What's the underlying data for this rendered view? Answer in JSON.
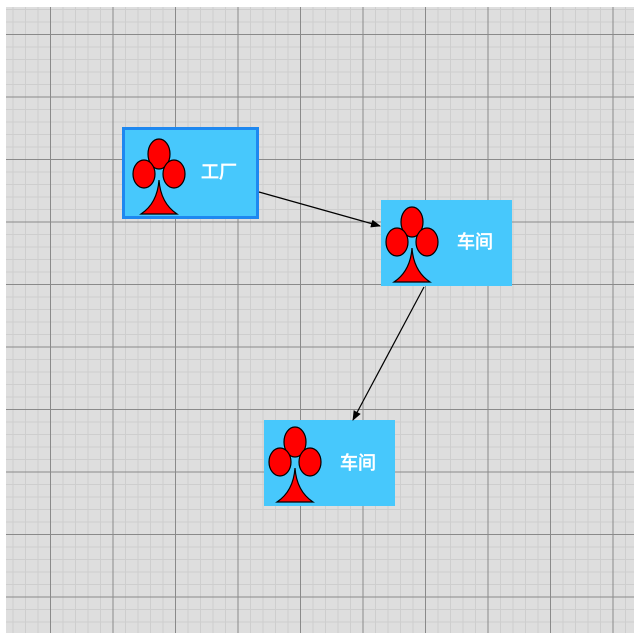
{
  "diagram": {
    "nodes": [
      {
        "id": "factory",
        "label": "工厂",
        "icon": "club-icon",
        "selected": true
      },
      {
        "id": "workshop-1",
        "label": "车间",
        "icon": "club-icon",
        "selected": false
      },
      {
        "id": "workshop-2",
        "label": "车间",
        "icon": "club-icon",
        "selected": false
      }
    ],
    "edges": [
      {
        "from": "factory",
        "to": "workshop-1"
      },
      {
        "from": "workshop-1",
        "to": "workshop-2"
      }
    ]
  },
  "colors": {
    "node_fill": "#47c8fc",
    "selection_border": "#1e88f0",
    "icon_fill": "#ff0000",
    "label_text": "#ffffff",
    "edge": "#000000"
  }
}
